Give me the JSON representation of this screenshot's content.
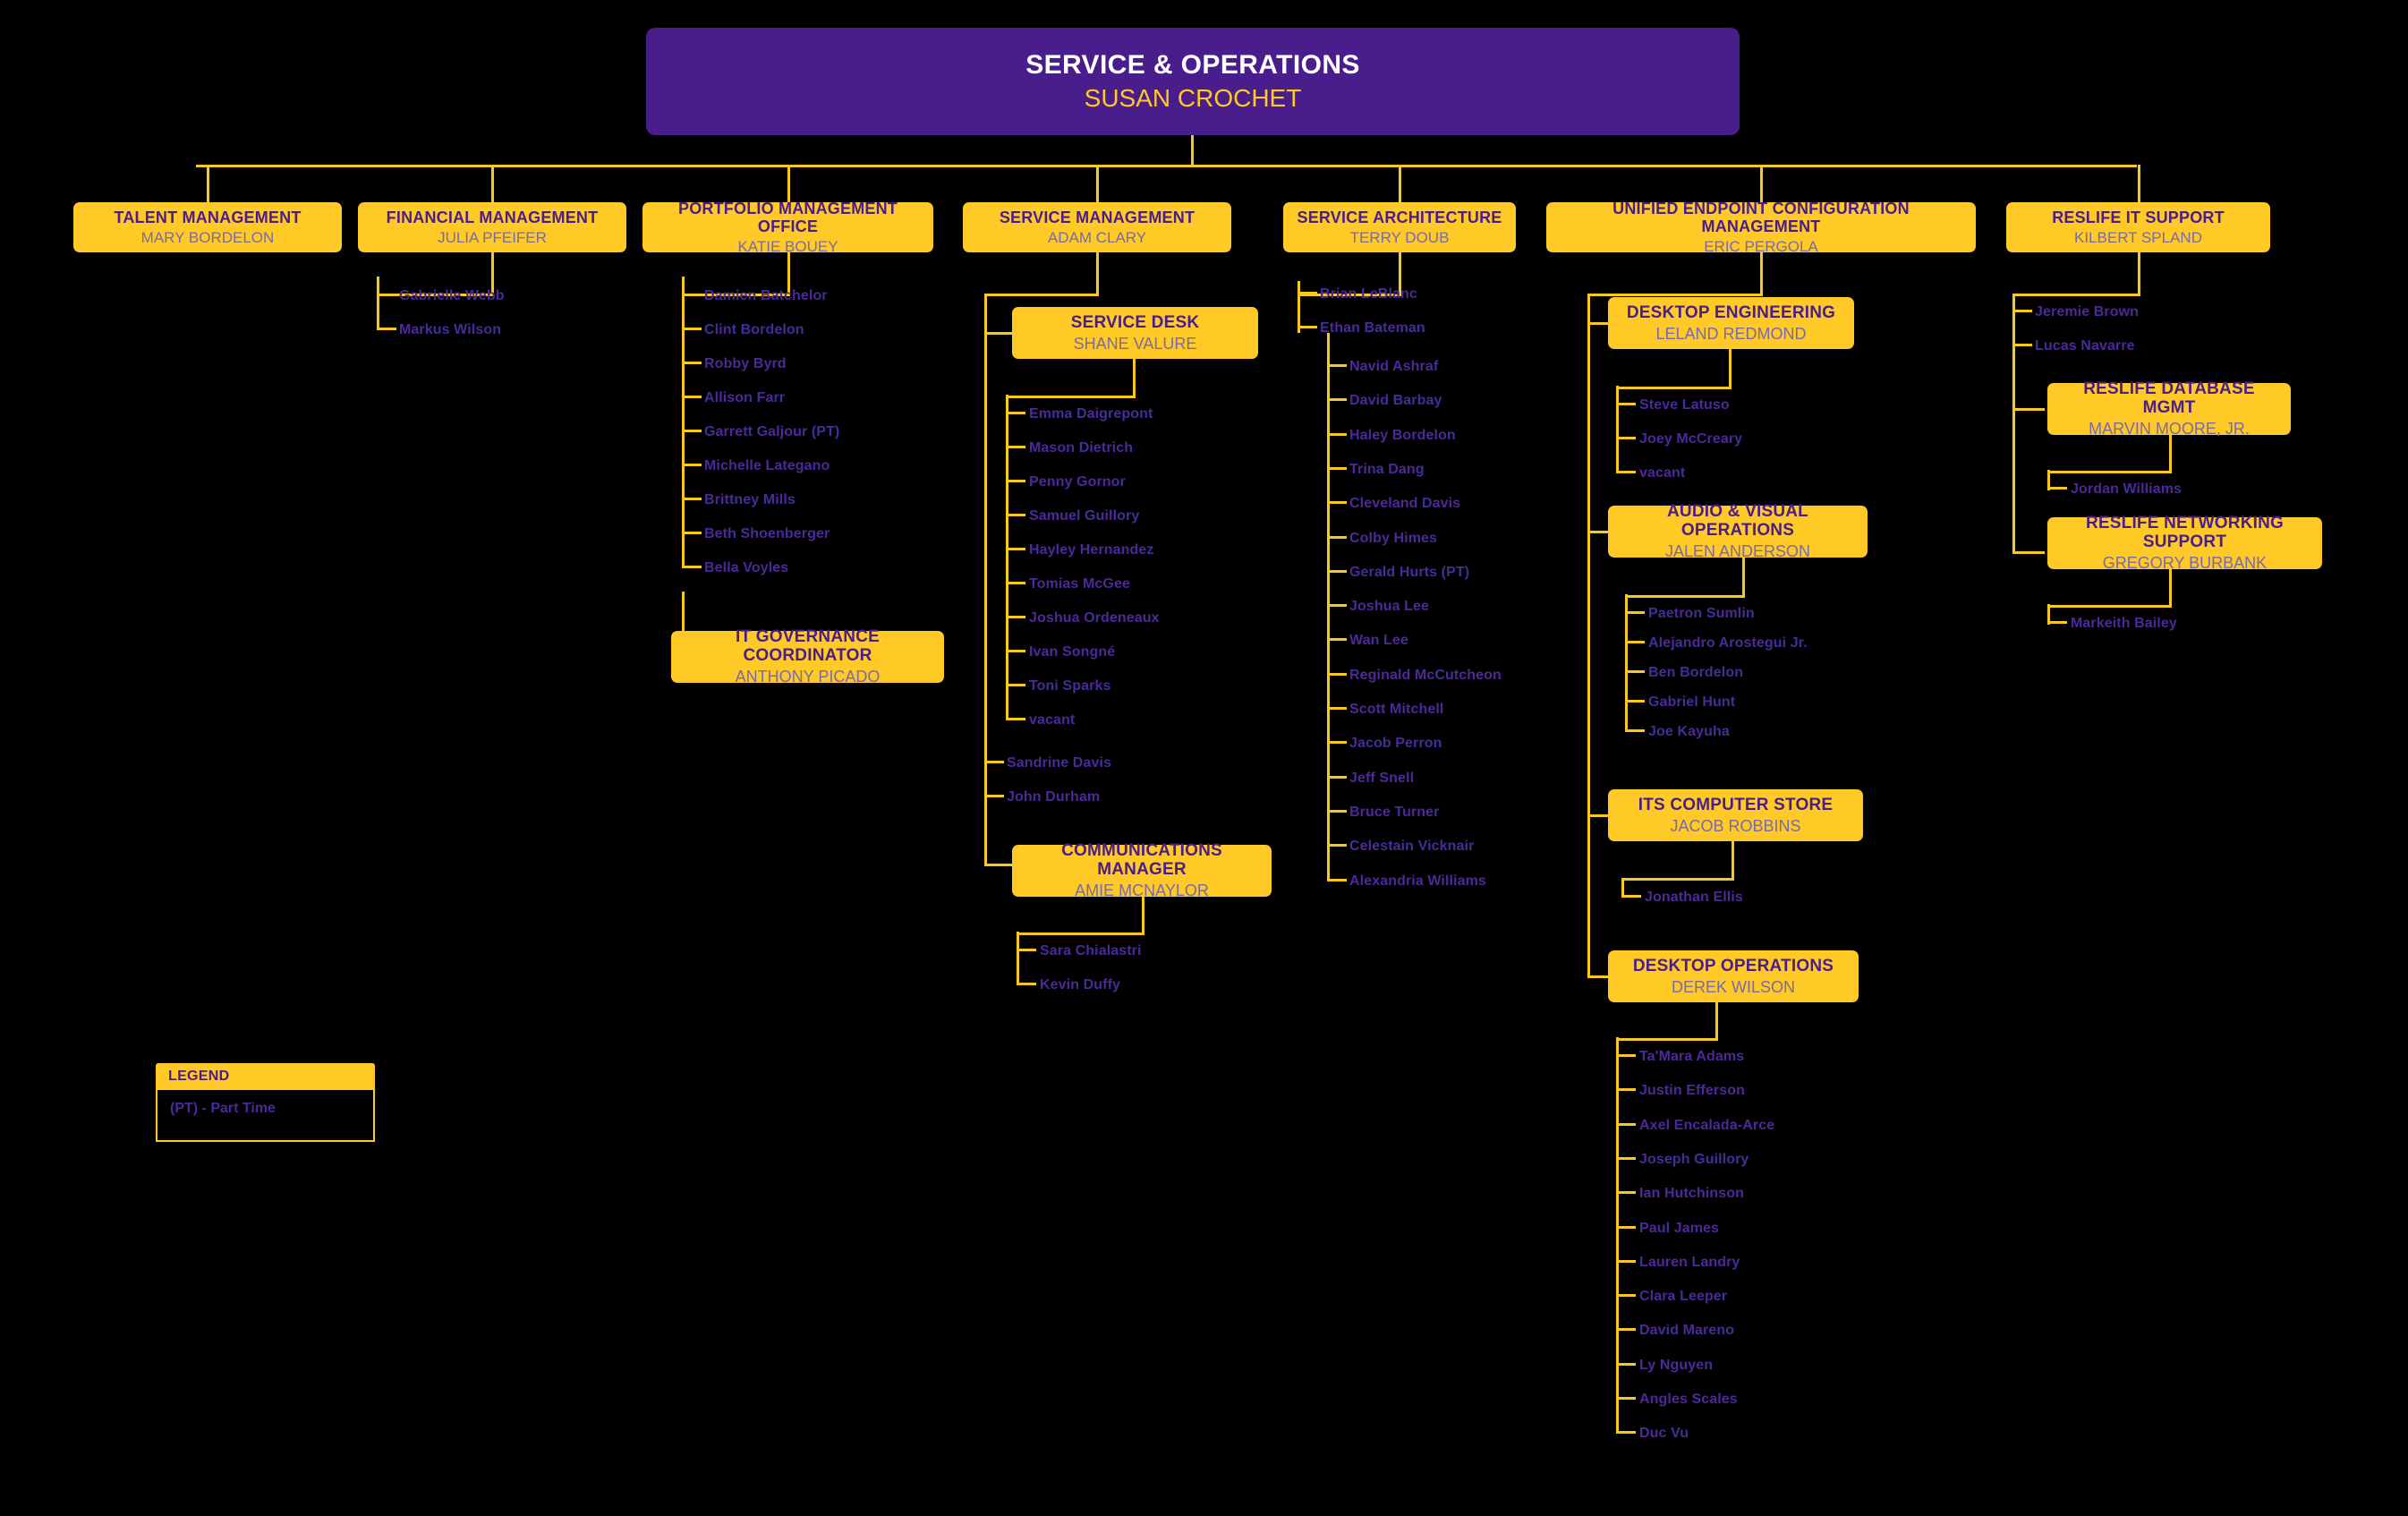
{
  "chart_title": "SERVICE & OPERATIONS",
  "colors": {
    "background": "#000000",
    "box_fill": "#ffc926",
    "box_title": "#4a1d8c",
    "box_name": "#7a6aa8",
    "root_fill": "#4a1d8c",
    "root_title": "#ffffff",
    "root_name": "#ffc926",
    "connector": "#f9c823",
    "staff_name": "#4a2a99"
  },
  "root": {
    "title": "SERVICE & OPERATIONS",
    "name": "SUSAN CROCHET"
  },
  "departments": [
    {
      "id": "talent-management",
      "title": "TALENT MANAGEMENT",
      "name": "MARY BORDELON",
      "staff": []
    },
    {
      "id": "financial-management",
      "title": "FINANCIAL MANAGEMENT",
      "name": "JULIA PFEIFER",
      "staff": [
        "Gabrielle Webb",
        "Markus Wilson"
      ]
    },
    {
      "id": "portfolio-management-office",
      "title": "PORTFOLIO MANAGEMENT OFFICE",
      "name": "KATIE BOUEY",
      "staff": [
        "Damien Batchelor",
        "Clint Bordelon",
        "Robby Byrd",
        "Allison Farr",
        "Garrett Galjour (PT)",
        "Michelle Lategano",
        "Brittney Mills",
        "Beth Shoenberger",
        "Bella Voyles"
      ],
      "sub_units": [
        {
          "id": "it-governance-coordinator",
          "title": "IT GOVERNANCE COORDINATOR",
          "name": "ANTHONY PICADO",
          "staff": []
        }
      ]
    },
    {
      "id": "service-management",
      "title": "SERVICE MANAGEMENT",
      "name": "ADAM CLARY",
      "staff": [
        "Sandrine Davis",
        "John Durham"
      ],
      "sub_units": [
        {
          "id": "service-desk",
          "title": "SERVICE DESK",
          "name": "SHANE VALURE",
          "staff": [
            "Emma Daigrepont",
            "Mason Dietrich",
            "Penny Gornor",
            "Samuel Guillory",
            "Hayley Hernandez",
            "Tomias McGee",
            "Joshua Ordeneaux",
            "Ivan Songné",
            "Toni Sparks",
            "vacant"
          ]
        },
        {
          "id": "communications-manager",
          "title": "COMMUNICATIONS MANAGER",
          "name": "AMIE MCNAYLOR",
          "staff": [
            "Sara Chialastri",
            "Kevin Duffy"
          ]
        }
      ]
    },
    {
      "id": "service-architecture",
      "title": "SERVICE ARCHITECTURE",
      "name": "TERRY DOUB",
      "staff": [
        "Brian LeBlanc",
        "Ethan Bateman"
      ],
      "nested_staff_lead": "Ethan Bateman",
      "nested_staff": [
        "Navid Ashraf",
        "David Barbay",
        "Haley Bordelon",
        "Trina Dang",
        "Cleveland Davis",
        "Colby Himes",
        "Gerald Hurts (PT)",
        "Joshua Lee",
        "Wan Lee",
        "Reginald McCutcheon",
        "Scott Mitchell",
        "Jacob Perron",
        "Jeff Snell",
        "Bruce Turner",
        "Celestain Vicknair",
        "Alexandria Williams"
      ]
    },
    {
      "id": "unified-endpoint-configuration-management",
      "title": "UNIFIED ENDPOINT CONFIGURATION MANAGEMENT",
      "name": "ERIC PERGOLA",
      "staff": [],
      "sub_units": [
        {
          "id": "desktop-engineering",
          "title": "DESKTOP ENGINEERING",
          "name": "LELAND REDMOND",
          "staff": [
            "Steve Latuso",
            "Joey McCreary",
            "vacant"
          ]
        },
        {
          "id": "audio-visual-operations",
          "title": "AUDIO & VISUAL OPERATIONS",
          "name": "JALEN ANDERSON",
          "staff": [
            "Paetron Sumlin",
            "Alejandro Arostegui Jr.",
            "Ben Bordelon",
            "Gabriel Hunt",
            "Joe Kayuha"
          ]
        },
        {
          "id": "its-computer-store",
          "title": "ITS COMPUTER STORE",
          "name": "JACOB ROBBINS",
          "staff": [
            "Jonathan Ellis"
          ]
        },
        {
          "id": "desktop-operations",
          "title": "DESKTOP OPERATIONS",
          "name": "DEREK WILSON",
          "staff": [
            "Ta'Mara Adams",
            "Justin Efferson",
            "Axel Encalada-Arce",
            "Joseph Guillory",
            "Ian Hutchinson",
            "Paul James",
            "Lauren Landry",
            "Clara Leeper",
            "David Mareno",
            "Ly Nguyen",
            "Angles Scales",
            "Duc Vu"
          ]
        }
      ]
    },
    {
      "id": "reslife-it-support",
      "title": "RESLIFE IT SUPPORT",
      "name": "KILBERT SPLAND",
      "staff": [
        "Jeremie Brown",
        "Lucas Navarre"
      ],
      "sub_units": [
        {
          "id": "reslife-database-mgmt",
          "title": "RESLIFE DATABASE MGMT",
          "name": "MARVIN MOORE, JR.",
          "staff": [
            "Jordan Williams"
          ]
        },
        {
          "id": "reslife-networking-support",
          "title": "RESLIFE NETWORKING SUPPORT",
          "name": "GREGORY BURBANK",
          "staff": [
            "Markeith Bailey"
          ]
        }
      ]
    }
  ],
  "legend": {
    "title": "LEGEND",
    "entries": [
      "(PT) - Part Time"
    ]
  }
}
